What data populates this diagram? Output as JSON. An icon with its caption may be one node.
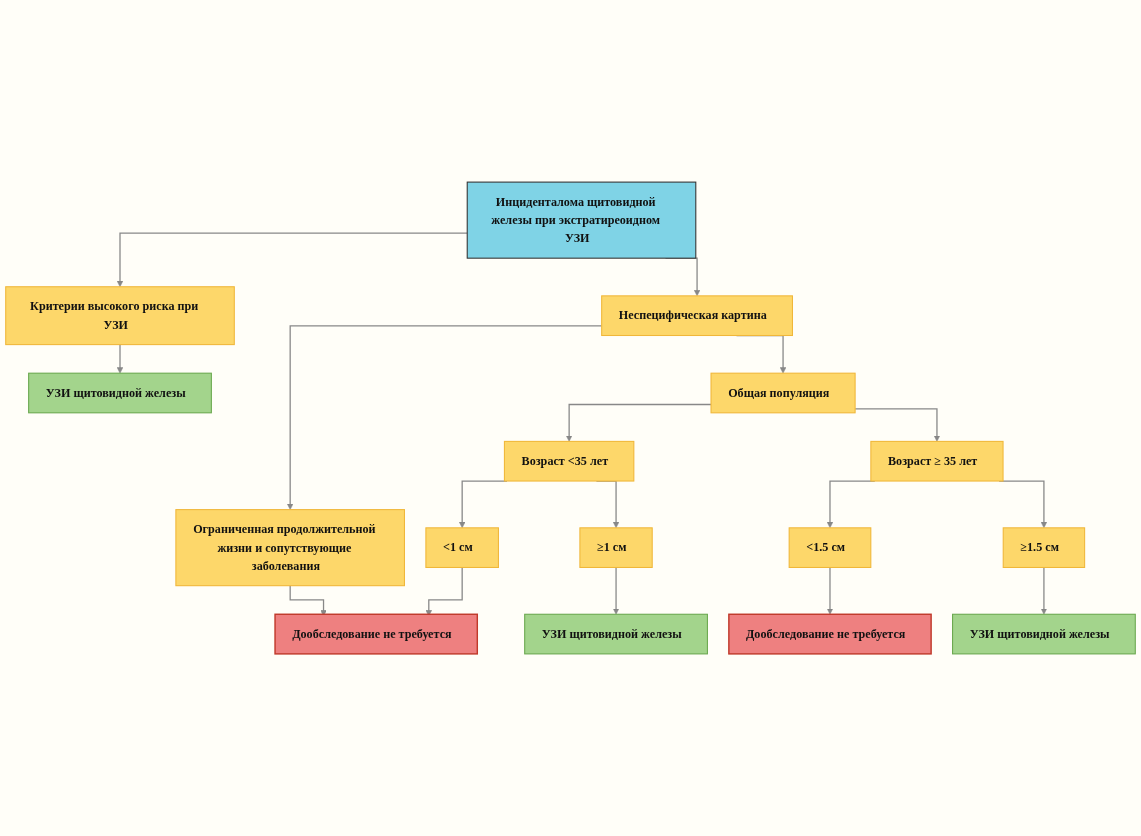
{
  "diagram": {
    "nodes": [
      {
        "text": [
          "Инциденталома щитовидной железы при экстратиреоидном УЗИ"
        ]
      },
      {
        "text": [
          "Критерии высокого риска при УЗИ"
        ]
      },
      {
        "text": [
          "Неспецифическая картина"
        ]
      },
      {
        "text": [
          "УЗИ щитовидной железы"
        ]
      },
      {
        "text": [
          "Ограниченная продолжительной жизни и сопутствующие заболевания"
        ]
      },
      {
        "text": [
          "Общая популяция"
        ]
      },
      {
        "text": [
          "Возраст <35 лет"
        ]
      },
      {
        "text": [
          "Возраст ≥ 35 лет"
        ]
      },
      {
        "text": [
          "<1 см"
        ]
      },
      {
        "text": [
          "≥1 см"
        ]
      },
      {
        "text": [
          "<1.5 см"
        ]
      },
      {
        "text": [
          "≥1.5 см"
        ]
      },
      {
        "text": [
          "Дообследование не требуется"
        ]
      },
      {
        "text": [
          "УЗИ щитовидной железы"
        ]
      },
      {
        "text": [
          "УЗИ щитовидной железы"
        ]
      },
      {
        "text": [
          "Дообследование не требуется"
        ]
      }
    ],
    "edges": [
      {
        "from": 0,
        "to": 1,
        "arrow": "to"
      },
      {
        "from": 0,
        "to": 2,
        "arrow": "to"
      },
      {
        "from": 1,
        "to": 3,
        "arrow": "to"
      },
      {
        "from": 2,
        "to": 4,
        "arrow": "to"
      },
      {
        "from": 2,
        "to": 5,
        "arrow": "to"
      },
      {
        "from": 5,
        "to": 6,
        "arrow": "to"
      },
      {
        "from": 5,
        "to": 7,
        "arrow": "to"
      },
      {
        "from": 6,
        "to": 8,
        "arrow": "to"
      },
      {
        "from": 6,
        "to": 9,
        "arrow": "to"
      },
      {
        "from": 7,
        "to": 10,
        "arrow": "to"
      },
      {
        "from": 7,
        "to": 11,
        "arrow": "to"
      },
      {
        "from": 4,
        "to": 12,
        "arrow": "to"
      },
      {
        "from": 8,
        "to": 12,
        "arrow": "to"
      },
      {
        "from": 9,
        "to": 13,
        "arrow": "to"
      },
      {
        "from": 11,
        "to": 14,
        "arrow": "to"
      },
      {
        "from": 10,
        "to": 15,
        "arrow": "to"
      }
    ]
  }
}
